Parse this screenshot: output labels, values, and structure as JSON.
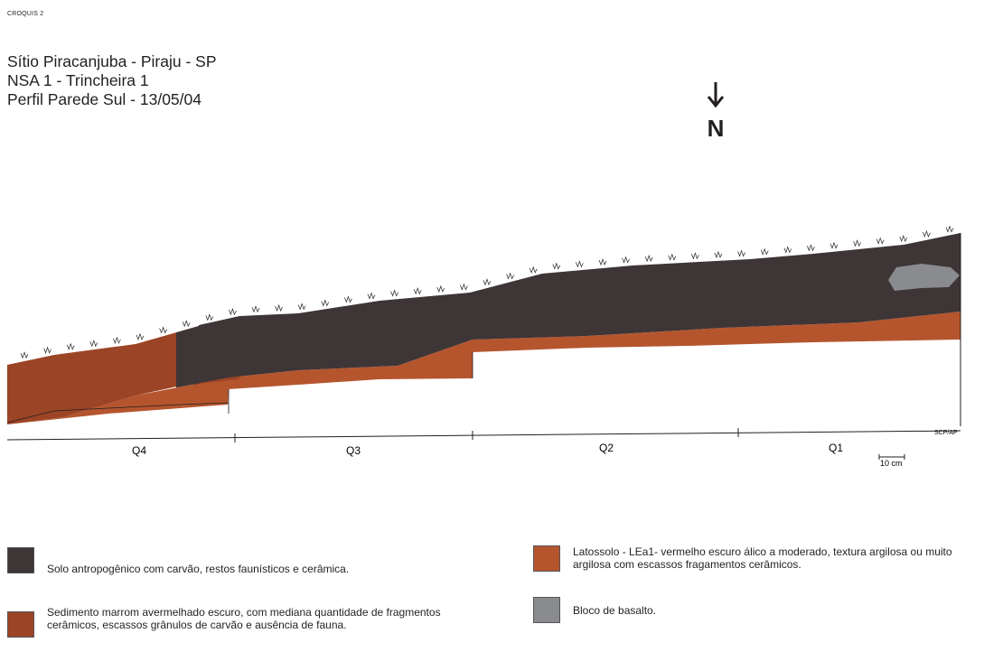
{
  "header": {
    "croquis": "CROQUIS 2",
    "title_lines": [
      "Sítio Piracanjuba - Piraju - SP",
      "NSA 1 - Trincheira 1",
      "Perfil Parede Sul - 13/05/04"
    ]
  },
  "north": {
    "arrow": "↓",
    "letter": "N"
  },
  "profile": {
    "quadrants": [
      "Q4",
      "Q3",
      "Q2",
      "Q1"
    ],
    "credit": "SCP/AP",
    "scale_label": "10 cm"
  },
  "colors": {
    "anthropogenic": "#3e3536",
    "reddish_sediment": "#9c4426",
    "latosol": "#b5552e",
    "basalt": "#8a8b8e",
    "line": "#231f20"
  },
  "legend": {
    "items": [
      {
        "key": "anthropogenic",
        "text": "Solo antropogênico com carvão, restos faunísticos e cerâmica."
      },
      {
        "key": "reddish_sediment",
        "text": "Sedimento marrom avermelhado escuro, com mediana quantidade de fragmentos cerâmicos, escassos grânulos de carvão e ausência de fauna."
      },
      {
        "key": "latosol",
        "text": "Latossolo - LEa1- vermelho escuro álico a moderado, textura argilosa ou muito argilosa com escassos fragamentos cerâmicos."
      },
      {
        "key": "basalt",
        "text": "Bloco de basalto."
      }
    ]
  }
}
